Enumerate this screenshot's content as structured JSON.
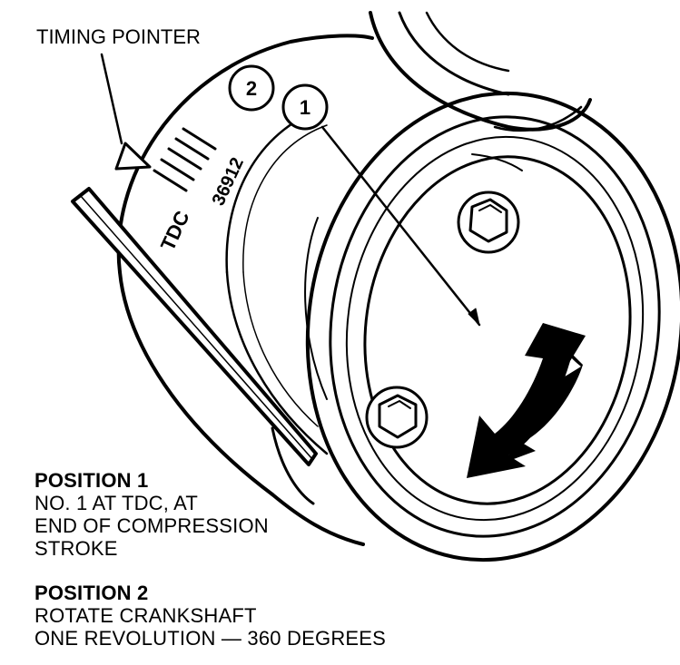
{
  "labels": {
    "timing_pointer": "TIMING POINTER",
    "tdc": "TDC",
    "scale_numbers": "36912",
    "position_markers": [
      "2",
      "1"
    ]
  },
  "captions": {
    "position1": {
      "heading": "POSITION 1",
      "lines": [
        "NO. 1 AT TDC, AT",
        "END OF COMPRESSION",
        "STROKE"
      ]
    },
    "position2": {
      "heading": "POSITION 2",
      "lines": [
        "ROTATE CRANKSHAFT",
        "ONE REVOLUTION — 360 DEGREES"
      ]
    }
  }
}
